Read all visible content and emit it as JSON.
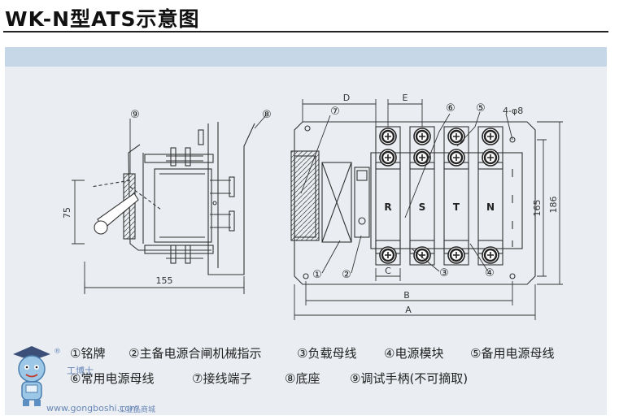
{
  "title": "WK-N型ATS示意图",
  "callouts": {
    "c1": "①",
    "c2": "②",
    "c3": "③",
    "c4": "④",
    "c5": "⑤",
    "c6": "⑥",
    "c7": "⑦",
    "c8": "⑧",
    "c9": "⑨"
  },
  "dimensions": {
    "d75": "75",
    "d155": "155",
    "dD": "D",
    "dE": "E",
    "d4phi8": "4-φ8",
    "d165": "165",
    "d186": "186",
    "dC": "C",
    "dB": "B",
    "dA": "A"
  },
  "phases": [
    "R",
    "S",
    "T",
    "N"
  ],
  "legend": [
    "①铭牌",
    "②主备电源合闸机械指示",
    "③负载母线",
    "④电源模块",
    "⑤备用电源母线",
    "⑥常用电源母线",
    "⑦接线端子",
    "⑧底座",
    "⑨调试手柄(不可摘取)"
  ],
  "watermark": {
    "reg": "®",
    "brand": "工博士",
    "site": "www.gongboshi.com",
    "sub": "工业品商城"
  },
  "colors": {
    "line": "#333333",
    "panel": "#eaeef2",
    "band": "#c6d8e8",
    "watermark": "#6a87b8"
  }
}
